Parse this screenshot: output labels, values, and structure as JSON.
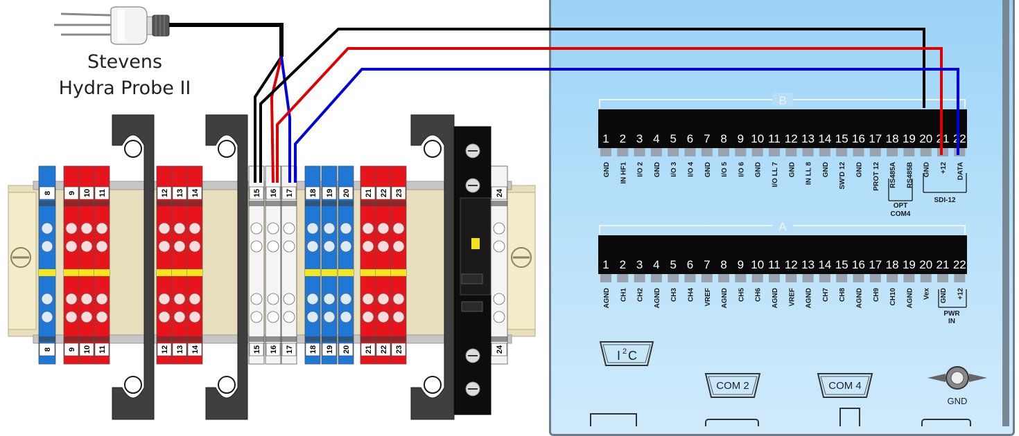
{
  "probe": {
    "line1": "Stevens",
    "line2": "Hydra Probe II"
  },
  "din_rail": {
    "blocks": [
      {
        "num": "8",
        "color": "blue"
      },
      {
        "num": "9",
        "color": "red"
      },
      {
        "num": "10",
        "color": "red"
      },
      {
        "num": "11",
        "color": "red"
      },
      {
        "num": "12",
        "color": "red"
      },
      {
        "num": "13",
        "color": "red"
      },
      {
        "num": "14",
        "color": "red"
      },
      {
        "num": "15",
        "color": "white"
      },
      {
        "num": "16",
        "color": "white"
      },
      {
        "num": "17",
        "color": "white"
      },
      {
        "num": "18",
        "color": "blue"
      },
      {
        "num": "19",
        "color": "blue"
      },
      {
        "num": "20",
        "color": "blue"
      },
      {
        "num": "21",
        "color": "red"
      },
      {
        "num": "22",
        "color": "red"
      },
      {
        "num": "23",
        "color": "red"
      },
      {
        "num": "24",
        "color": "white"
      }
    ]
  },
  "terminal_b": {
    "letter": "B",
    "numbers": [
      "1",
      "2",
      "3",
      "4",
      "5",
      "6",
      "7",
      "8",
      "9",
      "10",
      "11",
      "12",
      "13",
      "14",
      "15",
      "16",
      "17",
      "18",
      "19",
      "20",
      "21",
      "22"
    ],
    "labels": [
      "GND",
      "IN HF1",
      "I/O 2",
      "GND",
      "I/O 3",
      "I/O 4",
      "GND",
      "I/O 5",
      "I/O 6",
      "GND",
      "I/O LL 7",
      "GND",
      "IN LL 8",
      "GND",
      "SW'D 12",
      "GND",
      "PROT 12",
      "RS485A",
      "RS485B",
      "GND",
      "+12",
      "DATA"
    ],
    "group_opt": "OPT",
    "group_com4": "COM4",
    "group_sdi": "SDI-12"
  },
  "terminal_a": {
    "letter": "A",
    "numbers": [
      "1",
      "2",
      "3",
      "4",
      "5",
      "6",
      "7",
      "8",
      "9",
      "10",
      "11",
      "12",
      "13",
      "14",
      "15",
      "16",
      "17",
      "18",
      "19",
      "20",
      "21",
      "22"
    ],
    "labels": [
      "AGND",
      "CH1",
      "CH2",
      "AGND",
      "CH3",
      "CH4",
      "VREF",
      "AGND",
      "CH5",
      "CH6",
      "AGND",
      "VREF",
      "AGND",
      "CH7",
      "CH8",
      "AGND",
      "CH9",
      "CH10",
      "AGND",
      "Vex",
      "GND",
      "+12"
    ],
    "group_pwr": "PWR",
    "group_in": "IN"
  },
  "ports": {
    "i2c": "I",
    "i2c_sup": "2",
    "i2c_c": "C",
    "com2": "COM 2",
    "com4": "COM 4",
    "gnd": "GND"
  },
  "colors": {
    "wire_black": "#000000",
    "wire_red": "#e00000",
    "wire_blue": "#0000dd",
    "block_red": "#e8141c",
    "block_blue": "#1f78d6",
    "terminal_black": "#0a0a0a",
    "panel_blue": "#a8daf8"
  }
}
